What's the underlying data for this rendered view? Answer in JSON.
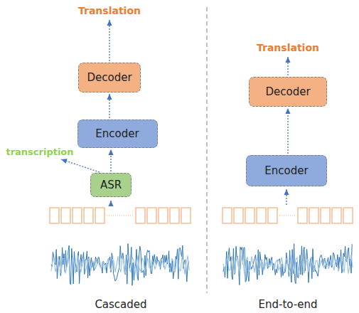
{
  "diagram": {
    "nodes": [
      {
        "text": [
          "Decoder"
        ]
      },
      {
        "text": [
          "Encoder"
        ]
      },
      {
        "text": [
          "ASR"
        ]
      },
      {
        "text": [
          "Decoder"
        ]
      },
      {
        "text": [
          "Encoder"
        ]
      }
    ],
    "edges": [
      {
        "from": 2,
        "to": 1,
        "arrow": "to"
      },
      {
        "from": 1,
        "to": 0,
        "arrow": "to"
      },
      {
        "from": 4,
        "to": 3,
        "arrow": "to"
      }
    ],
    "labels": [
      "Translation",
      "transcription",
      "Translation",
      "Cascaded",
      "End-to-end"
    ]
  }
}
